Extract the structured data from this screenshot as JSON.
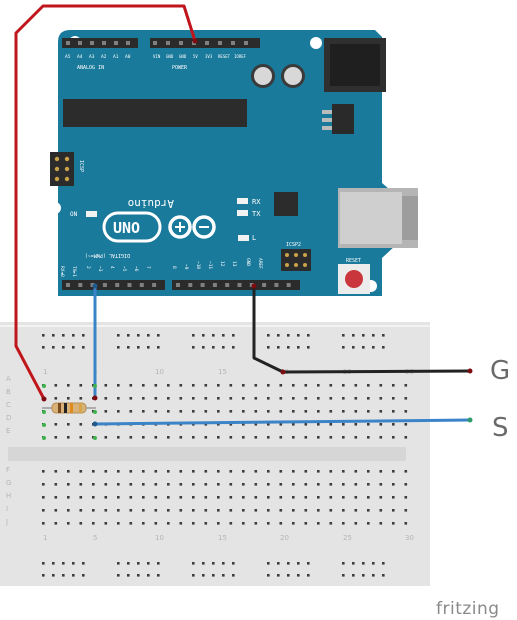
{
  "labels": {
    "ground": "G",
    "signal": "S"
  },
  "branding": {
    "fritzing": "fritzing"
  },
  "arduino": {
    "logo_text": "Arduino",
    "model": "UNO",
    "header_analog": "ANALOG IN",
    "header_power": "POWER",
    "header_digital": "DIGITAL (PWM=~)",
    "analog_pins": [
      "A5",
      "A4",
      "A3",
      "A2",
      "A1",
      "A0"
    ],
    "power_pins": [
      "VIN",
      "GND",
      "GND",
      "5V",
      "3V3",
      "RESET",
      "IOREF"
    ],
    "digital_pins_low": [
      "RX◄0",
      "TX►1",
      "2",
      "~3",
      "4",
      "~5",
      "~6",
      "7"
    ],
    "digital_pins_high": [
      "8",
      "~9",
      "~10",
      "~11",
      "12",
      "13",
      "GND",
      "AREF"
    ],
    "icsp": "ICSP",
    "icsp2": "ICSP2",
    "reset": "RESET",
    "led_on": "ON",
    "led_tx": "TX",
    "led_rx": "RX",
    "led_l": "L"
  },
  "breadboard": {
    "rows_top": [
      "A",
      "B",
      "C",
      "D",
      "E"
    ],
    "rows_bottom": [
      "F",
      "G",
      "H",
      "I",
      "J"
    ],
    "column_numbers": [
      "1",
      "5",
      "10",
      "15",
      "20",
      "25",
      "30"
    ]
  },
  "colors": {
    "board": "#1a7a9c",
    "wire_red": "#c0151b",
    "wire_black": "#222222",
    "wire_blue": "#3b84c8",
    "breadboard": "#e6e6e6"
  }
}
